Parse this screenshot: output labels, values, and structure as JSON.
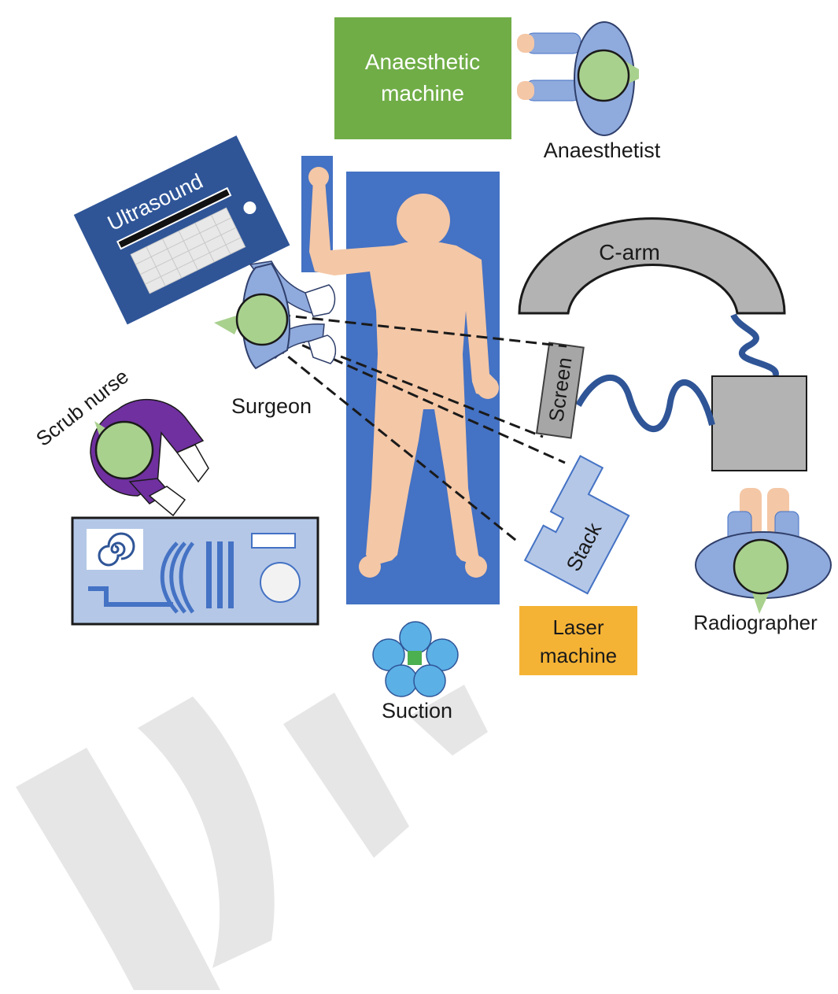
{
  "labels": {
    "anaesthetic_machine_line1": "Anaesthetic",
    "anaesthetic_machine_line2": "machine",
    "anaesthetist": "Anaesthetist",
    "ultrasound": "Ultrasound",
    "c_arm": "C-arm",
    "screen": "Screen",
    "stack": "Stack",
    "surgeon": "Surgeon",
    "scrub_nurse": "Scrub nurse",
    "radiographer": "Radiographer",
    "laser_line1": "Laser",
    "laser_line2": "machine",
    "suction": "Suction"
  },
  "colors": {
    "table_blue": "#4472c4",
    "skin": "#f4c7a6",
    "head_green": "#a9d18e",
    "anaesthetic_green": "#70ad47",
    "laser_orange": "#f5b335",
    "gray_equipment": "#b3b3b3",
    "light_blue": "#b4c7e7",
    "dark_navy": "#2f5597",
    "purple_gown": "#7030a0",
    "suction_blue": "#5bb0e6",
    "watermark": "#e3e3e3"
  },
  "icons": [
    "hand-icon",
    "spiral-icon",
    "knob-icon"
  ]
}
